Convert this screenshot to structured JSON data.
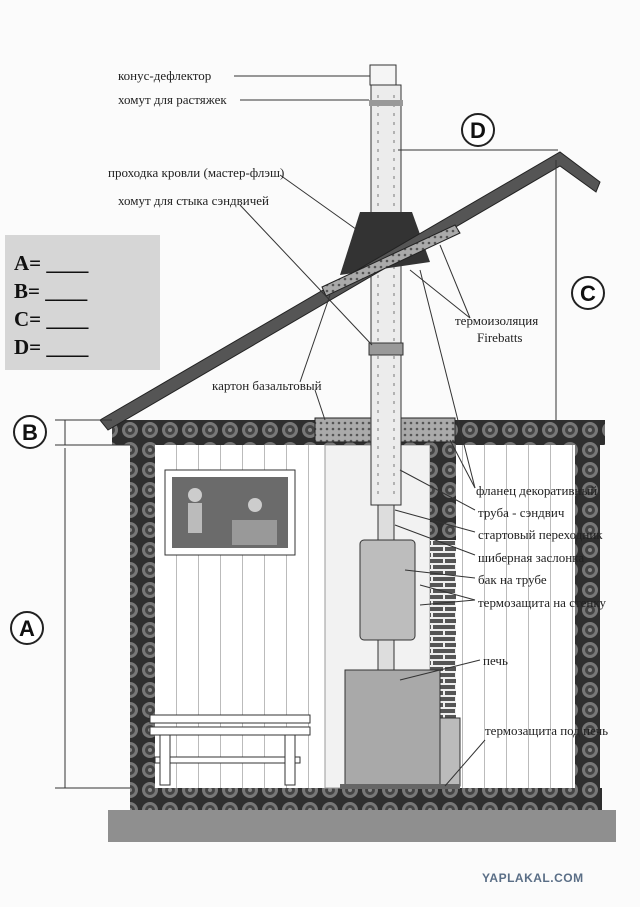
{
  "labels": {
    "cone_deflector": "конус-дефлектор",
    "guy_clamp": "хомут для растяжек",
    "roof_pass": "проходка кровли (мастер-флэш)",
    "sandwich_clamp": "хомут для стыка сэндвичей",
    "insulation_1": "термоизоляция",
    "insulation_2": "Firebatts",
    "basalt_board": "картон базальтовый",
    "flange": "фланец декоративный",
    "sandwich_pipe": "труба - сэндвич",
    "start_adapter": "стартовый переходник",
    "damper": "шиберная заслонка",
    "tank": "бак на трубе",
    "wall_shield": "термозащита на стенку",
    "stove": "печь",
    "floor_shield": "термозащита под печь"
  },
  "legend": {
    "rows": [
      "A= ____",
      "B= ____",
      "C= ____",
      "D= ____"
    ]
  },
  "dimensions": {
    "a": "A",
    "b": "B",
    "c": "C",
    "d": "D"
  },
  "watermark": "YAPLAKAL.COM",
  "colors": {
    "wall": "#3a3a3a",
    "roof": "#555555",
    "legend_bg": "#d6d6d6",
    "watermark": "#5a6e86"
  }
}
